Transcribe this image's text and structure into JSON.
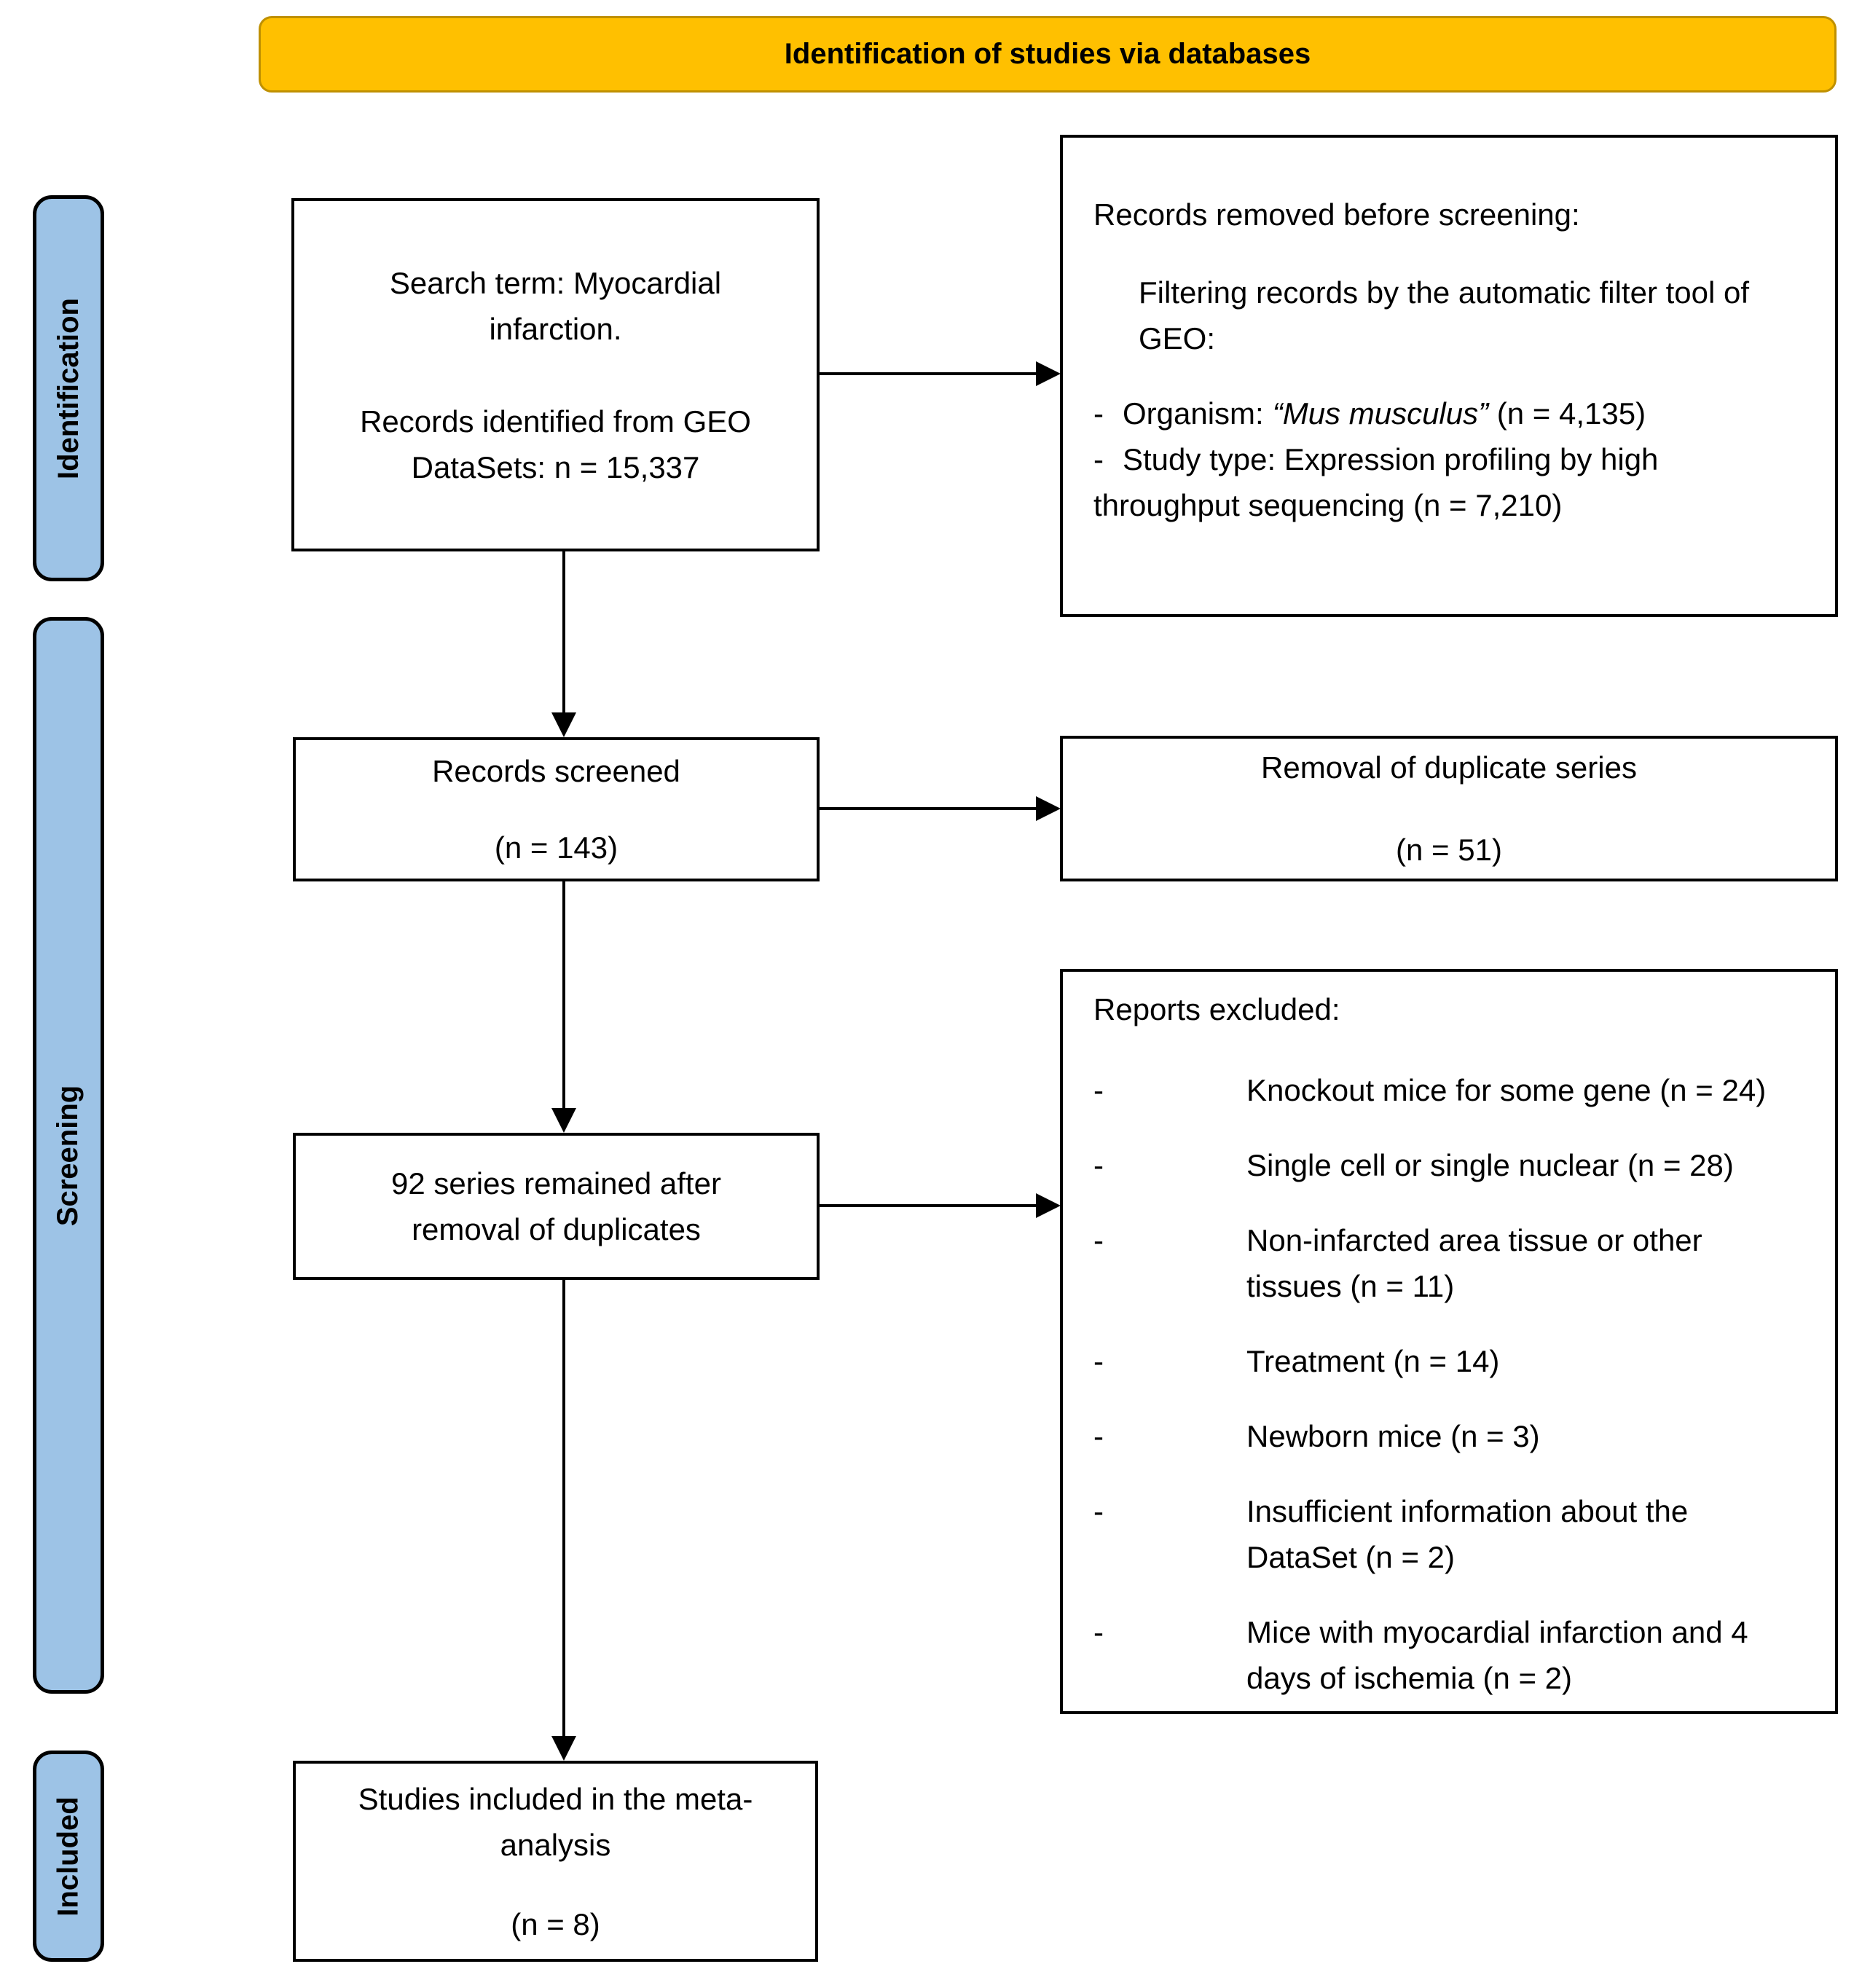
{
  "banner": {
    "label": "Identification of studies via databases"
  },
  "stages": {
    "identification": "Identification",
    "screening": "Screening",
    "included": "Included"
  },
  "markers": {
    "dash": "-"
  },
  "boxes": {
    "search": {
      "line1": "Search term: Myocardial infarction.",
      "line2": "Records identified from GEO DataSets: n = 15,337"
    },
    "removed_before_screening": {
      "title": "Records removed before screening:",
      "subtitle": "Filtering records by the automatic filter tool of GEO:",
      "items": [
        {
          "prefix": "Organism:",
          "italic": "“Mus musculus”",
          "suffix": " (n = 4,135)"
        },
        {
          "prefix": "Study type: Expression profiling by high throughput sequencing (n = 7,210)",
          "italic": "",
          "suffix": ""
        }
      ]
    },
    "records_screened": {
      "title": "Records screened",
      "count": "(n = 143)"
    },
    "duplicate_removal": {
      "title": "Removal of duplicate series",
      "count": "(n = 51)"
    },
    "series_remained": {
      "title": "92 series remained after removal of duplicates"
    },
    "reports_excluded": {
      "title": "Reports excluded:",
      "items": [
        "Knockout mice for some gene (n = 24)",
        "Single cell or single nuclear (n = 28)",
        "Non-infarcted area tissue or other tissues (n = 11)",
        "Treatment (n = 14)",
        "Newborn mice (n = 3)",
        "Insufficient information about the DataSet (n = 2)",
        "Mice with myocardial infarction and 4 days of ischemia (n = 2)"
      ]
    },
    "included_studies": {
      "title": "Studies included in the meta-analysis",
      "count": "(n = 8)"
    }
  },
  "colors": {
    "banner_fill": "#FFC000",
    "banner_border": "#BF9000",
    "stage_fill": "#9DC3E6",
    "box_border": "#000000",
    "arrow": "#000000",
    "background": "#FFFFFF"
  }
}
